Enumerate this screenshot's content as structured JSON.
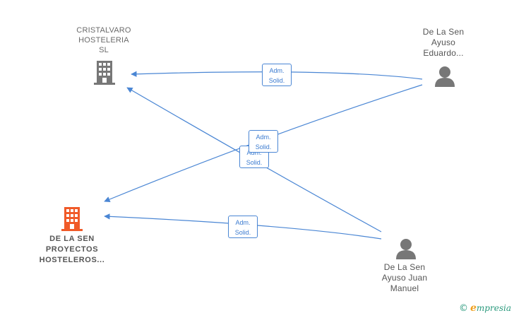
{
  "nodes": {
    "cristalvaro": {
      "lines": [
        "CRISTALVARO",
        "HOSTELERIA",
        "SL"
      ]
    },
    "delasen_proyectos": {
      "lines": [
        "DE LA SEN",
        "PROYECTOS",
        "HOSTELEROS..."
      ]
    },
    "eduardo": {
      "lines": [
        "De La Sen",
        "Ayuso",
        "Eduardo..."
      ]
    },
    "juan_manuel": {
      "lines": [
        "De La Sen",
        "Ayuso Juan",
        "Manuel"
      ]
    }
  },
  "edges": [
    {
      "label": [
        "Adm.",
        "Solid."
      ]
    },
    {
      "label": [
        "Adm.",
        "Solid."
      ]
    },
    {
      "label": [
        "Adm.",
        "Solid."
      ]
    },
    {
      "label": [
        "Adm.",
        "Solid."
      ]
    }
  ],
  "colors": {
    "edge": "#4a86d4",
    "company_icon": "#777777",
    "main_company_icon": "#f05a28",
    "person_icon": "#777777"
  },
  "brand": {
    "copyright": "©",
    "initial": "e",
    "name": "mpresia"
  }
}
